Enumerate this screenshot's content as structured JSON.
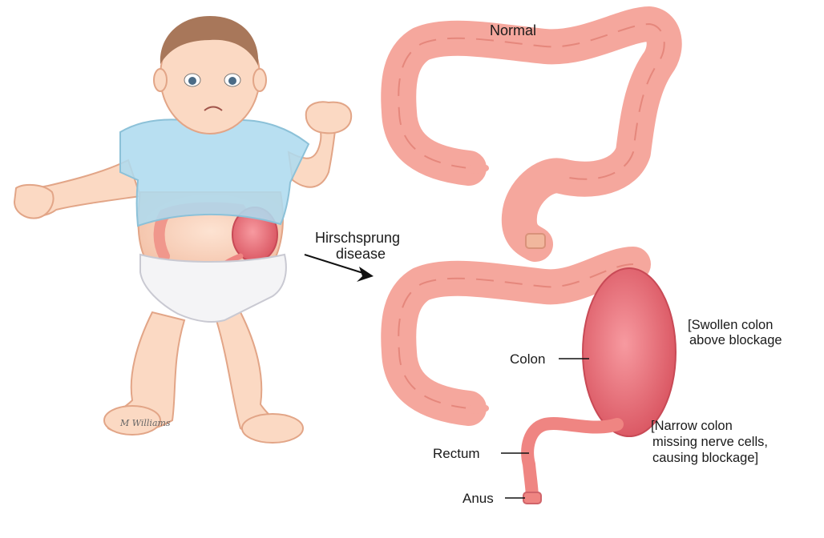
{
  "labels": {
    "normal": "Normal",
    "disease_line1": "Hirschsprung",
    "disease_line2": "disease",
    "colon": "Colon",
    "rectum": "Rectum",
    "anus": "Anus",
    "swollen_line1": "[Swollen colon",
    "swollen_line2": "above blockage",
    "narrow_line1": "[Narrow colon",
    "narrow_line2": "missing nerve cells,",
    "narrow_line3": "causing blockage]",
    "signature": "M Williams"
  },
  "colors": {
    "skin": "#fbd9c3",
    "skin_shade": "#efb79b",
    "shirt": "#aedbef",
    "diaper": "#f4f4f6",
    "hair": "#a8775a",
    "colon": "#f5a79d",
    "colon_dark": "#e5877c",
    "swollen": "#e4707a",
    "rectum": "#ef8582"
  }
}
